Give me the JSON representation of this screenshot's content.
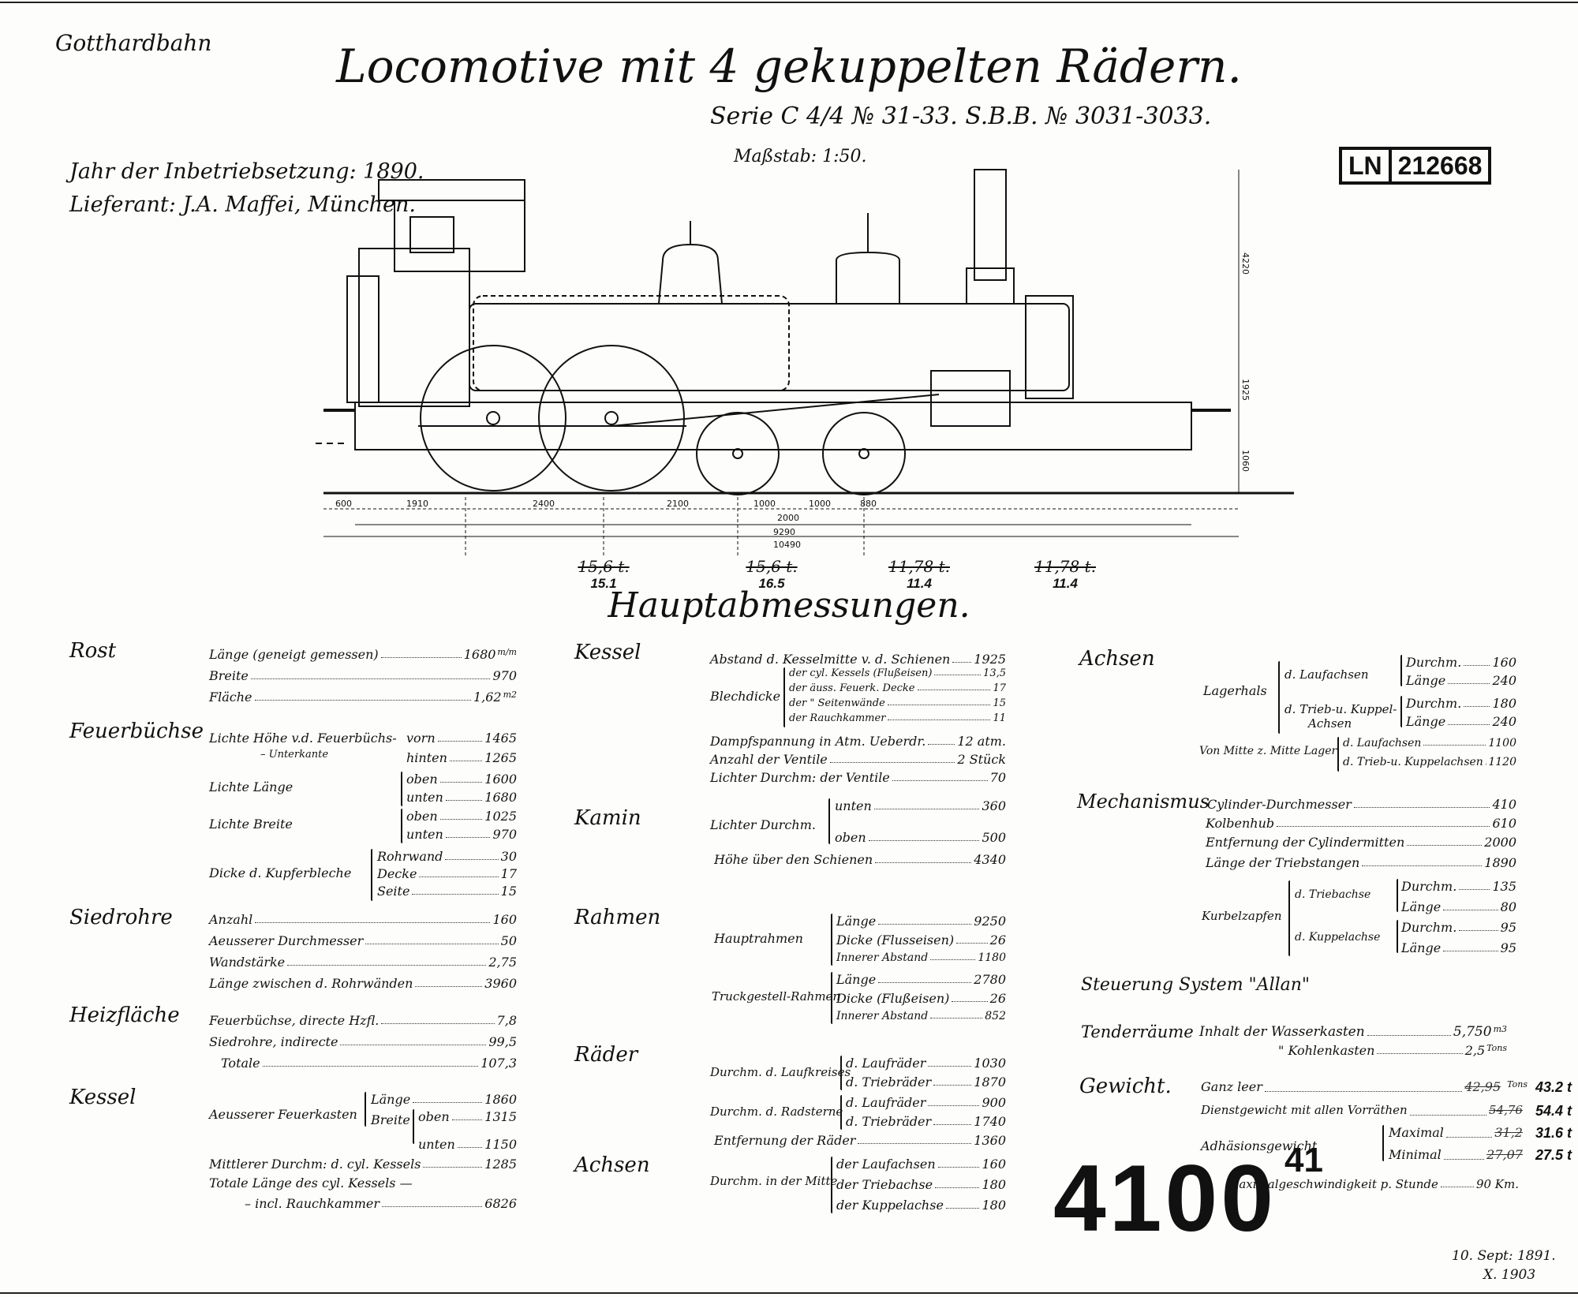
{
  "header": {
    "railway": "Gotthardbahn",
    "title": "Locomotive mit 4 gekuppelten Rädern.",
    "series": "Serie C 4/4 № 31-33.   S.B.B. № 3031-3033.",
    "scale": "Maßstab: 1:50.",
    "year": "Jahr der Inbetriebsetzung: 1890.",
    "supplier": "Lieferant: J.A. Maffei, München.",
    "ln_prefix": "LN",
    "ln_number": "212668"
  },
  "drawing_dims": {
    "d1": "600",
    "d2": "1910",
    "d3": "2400",
    "d4": "2100",
    "d5": "1000",
    "d6": "1000",
    "d7": "880",
    "d8": "2000",
    "d9": "9290",
    "d10": "10490",
    "h1": "4220",
    "h2": "1925",
    "h3": "1060"
  },
  "axle_loads": [
    {
      "old": "15,6 t.",
      "new": "15.1"
    },
    {
      "old": "15,6 t.",
      "new": "16.5"
    },
    {
      "old": "11,78 t.",
      "new": "11.4"
    },
    {
      "old": "11,78 t.",
      "new": "11.4"
    }
  ],
  "heading": "Hauptabmessungen.",
  "col1": {
    "rost": {
      "title": "Rost",
      "laenge": "Länge (geneigt gemessen)",
      "laenge_v": "1680",
      "breite": "Breite",
      "breite_v": "970",
      "flaeche": "Fläche",
      "flaeche_v": "1,62",
      "unit_mm": "m/m",
      "unit_m2": "m2"
    },
    "feuerbuchse": {
      "title": "Feuerbüchse",
      "hoehe": "Lichte Höhe v.d. Feuerbüchs-",
      "hoehe2": "– Unterkante",
      "vorn": "vorn",
      "vorn_v": "1465",
      "hinten": "hinten",
      "hinten_v": "1265",
      "laenge": "Lichte Länge",
      "oben": "oben",
      "l_oben_v": "1600",
      "unten": "unten",
      "l_unten_v": "1680",
      "breite": "Lichte Breite",
      "b_oben": "oben",
      "b_oben_v": "1025",
      "b_unten": "unten",
      "b_unten_v": "970",
      "dicke": "Dicke d. Kupferbleche",
      "rohrwand": "Rohrwand",
      "rohrwand_v": "30",
      "decke": "Decke",
      "decke_v": "17",
      "seite": "Seite",
      "seite_v": "15"
    },
    "siederohre": {
      "title": "Siedrohre",
      "anzahl": "Anzahl",
      "anzahl_v": "160",
      "aussen": "Aeusserer Durchmesser",
      "aussen_v": "50",
      "wand": "Wandstärke",
      "wand_v": "2,75",
      "laenge": "Länge zwischen d. Rohrwänden",
      "laenge_v": "3960"
    },
    "heizflaeche": {
      "title": "Heizfläche",
      "fb": "Feuerbüchse, directe Hzfl.",
      "fb_v": "7,8",
      "sr": "Siedrohre, indirecte",
      "sr_v": "99,5",
      "tot": "Totale",
      "tot_v": "107,3"
    },
    "kessel": {
      "title": "Kessel",
      "aeuss": "Aeusserer Feuerkasten",
      "laenge": "Länge",
      "laenge_v": "1860",
      "breite": "Breite",
      "oben": "oben",
      "oben_v": "1315",
      "unten": "unten",
      "unten_v": "1150",
      "mittl": "Mittlerer Durchm: d. cyl. Kessels",
      "mittl_v": "1285",
      "total": "Totale Länge des cyl. Kessels —",
      "total2": "– incl. Rauchkammer",
      "total_v": "6826"
    }
  },
  "col2": {
    "kessel": {
      "title": "Kessel",
      "abstand": "Abstand d. Kesselmitte v. d. Schienen",
      "abstand_v": "1925",
      "blech": "Blechdicke",
      "b1": "der cyl. Kessels (Flußeisen)",
      "b1_v": "13,5",
      "b2": "der äuss. Feuerk. Decke",
      "b2_v": "17",
      "b3": "der  \"  Seitenwände",
      "b3_v": "15",
      "b4": "der Rauchkammer",
      "b4_v": "11",
      "dampf": "Dampfspannung in Atm. Ueberdr.",
      "dampf_v": "12 atm.",
      "ventile": "Anzahl der Ventile",
      "ventile_v": "2 Stück",
      "durchm": "Lichter Durchm: der Ventile",
      "durchm_v": "70"
    },
    "kamin": {
      "title": "Kamin",
      "durchm": "Lichter Durchm.",
      "unten": "unten",
      "unten_v": "360",
      "oben": "oben",
      "oben_v": "500",
      "hoehe": "Höhe über den Schienen",
      "hoehe_v": "4340"
    },
    "rahmen": {
      "title": "Rahmen",
      "haupt": "Hauptrahmen",
      "h_laenge": "Länge",
      "h_laenge_v": "9250",
      "h_dicke": "Dicke (Flusseisen)",
      "h_dicke_v": "26",
      "h_abst": "Innerer Abstand",
      "h_abst_v": "1180",
      "truck": "Truckgestell-Rahmen",
      "t_laenge": "Länge",
      "t_laenge_v": "2780",
      "t_dicke": "Dicke (Flußeisen)",
      "t_dicke_v": "26",
      "t_abst": "Innerer Abstand",
      "t_abst_v": "852"
    },
    "raeder": {
      "title": "Räder",
      "lk": "Durchm. d. Laufkreises",
      "lk1": "d. Laufräder",
      "lk1_v": "1030",
      "lk2": "d. Triebräder",
      "lk2_v": "1870",
      "rs": "Durchm. d. Radsterne",
      "rs1": "d. Laufräder",
      "rs1_v": "900",
      "rs2": "d. Triebräder",
      "rs2_v": "1740",
      "entf": "Entfernung der Räder",
      "entf_v": "1360"
    },
    "achsen": {
      "title": "Achsen",
      "durchm": "Durchm. in der Mitte",
      "a1": "der Laufachsen",
      "a1_v": "160",
      "a2": "der Triebachse",
      "a2_v": "180",
      "a3": "der Kuppelachse",
      "a3_v": "180"
    }
  },
  "col3": {
    "achsen": {
      "title": "Achsen",
      "lager": "Lagerhals",
      "la": "d. Laufachsen",
      "dm": "Durchm.",
      "la_d": "160",
      "lg": "Länge",
      "la_l": "240",
      "tk": "d. Trieb-u. Kuppel-",
      "tk2": "Achsen",
      "tk_d": "180",
      "tk_l": "240",
      "vm": "Von Mitte z. Mitte Lager",
      "vm1": "d. Laufachsen",
      "vm1_v": "1100",
      "vm2": "d. Trieb-u. Kuppelachsen",
      "vm2_v": "1120"
    },
    "mech": {
      "title": "Mechanismus",
      "cyl": "Cylinder-Durchmesser",
      "cyl_v": "410",
      "hub": "Kolbenhub",
      "hub_v": "610",
      "entf": "Entfernung der Cylindermitten",
      "entf_v": "2000",
      "stange": "Länge der Triebstangen",
      "stange_v": "1890",
      "kurbel": "Kurbelzapfen",
      "tr": "d. Triebachse",
      "tr_d_l": "Durchm.",
      "tr_d": "135",
      "tr_l_l": "Länge",
      "tr_l": "80",
      "ku": "d. Kuppelachse",
      "ku_d_l": "Durchm.",
      "ku_d": "95",
      "ku_l_l": "Länge",
      "ku_l": "95"
    },
    "steuerung": "Steuerung System \"Allan\"",
    "tender": {
      "title": "Tenderräume",
      "wasser": "Inhalt der Wasserkasten",
      "wasser_v": "5,750",
      "wasser_u": "m3",
      "kohlen": "\"  Kohlenkasten",
      "kohlen_v": "2,5",
      "kohlen_u": "Tons"
    },
    "gewicht": {
      "title": "Gewicht.",
      "leer": "Ganz leer",
      "leer_old": "42,95",
      "leer_u": "Tons",
      "leer_new": "43.2 t",
      "dienst": "Dienstgewicht mit allen Vorräthen",
      "dienst_old": "54,76",
      "dienst_new": "54.4 t",
      "adh": "Adhäsionsgewicht",
      "max": "Maximal",
      "max_old": "31,2",
      "max_new": "31.6 t",
      "min": "Minimal",
      "min_old": "27,07",
      "min_new": "27.5 t",
      "speed": "Maximalgeschwindigkeit p. Stunde",
      "speed_v": "90 Km."
    }
  },
  "plate": {
    "number": "4100",
    "sub": "41"
  },
  "dates": {
    "d1": "10. Sept: 1891.",
    "d2": "X. 1903"
  }
}
